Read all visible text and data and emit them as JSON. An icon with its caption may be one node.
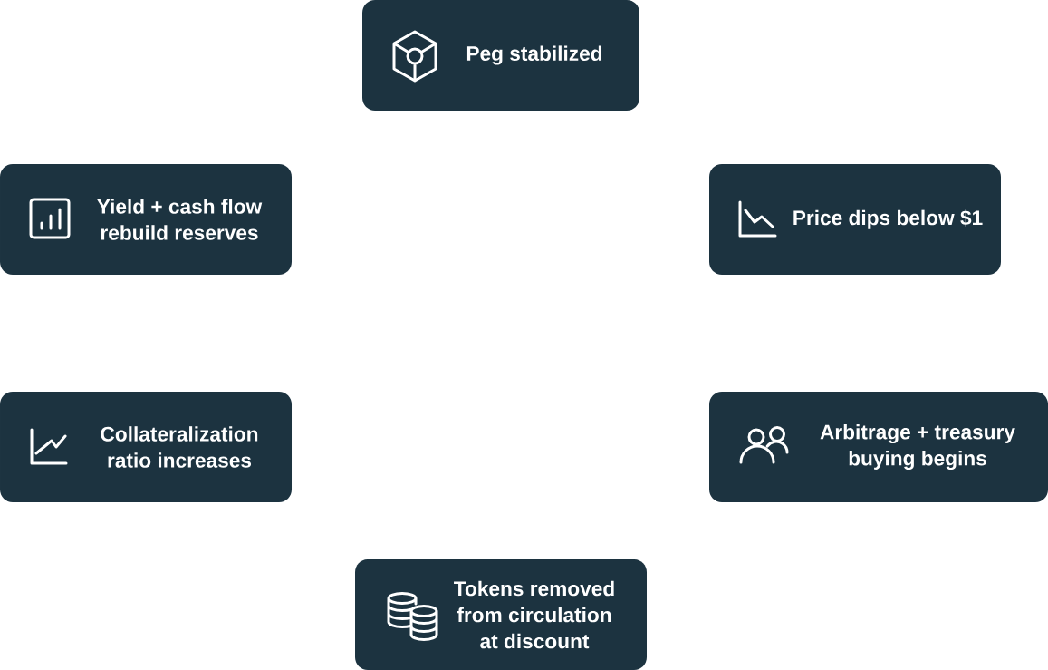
{
  "diagram": {
    "nodes": [
      {
        "text": [
          "Peg stabilized"
        ]
      },
      {
        "text": [
          "Yield + cash flow rebuild reserves"
        ]
      },
      {
        "text": [
          "Price dips below $1"
        ]
      },
      {
        "text": [
          "Collateralization ratio increases"
        ]
      },
      {
        "text": [
          "Arbitrage + treasury buying begins"
        ]
      },
      {
        "text": [
          "Tokens removed from circulation at discount"
        ]
      }
    ]
  }
}
